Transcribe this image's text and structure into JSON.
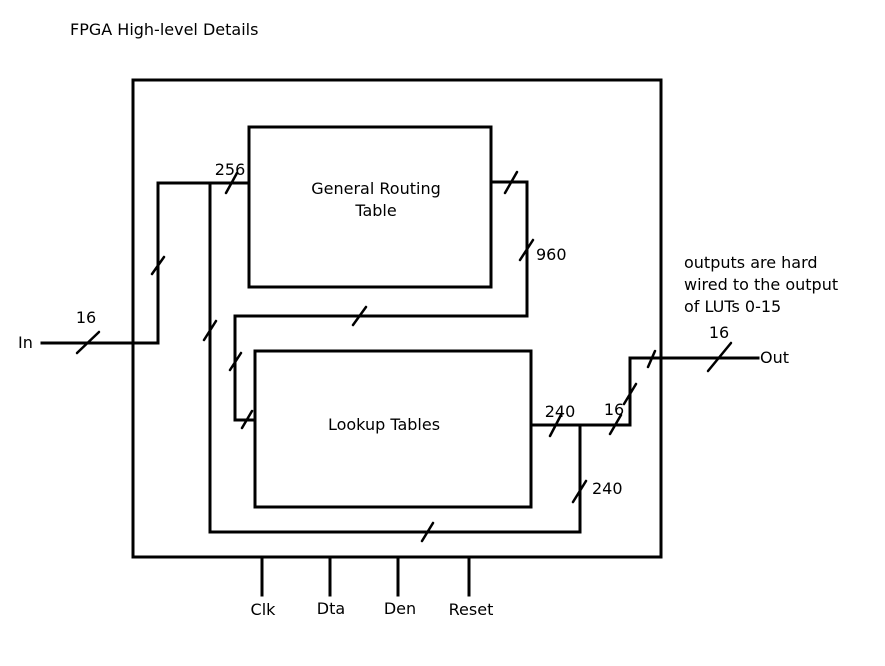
{
  "title": "FPGA High-level Details",
  "blocks": {
    "routing_line1": "General Routing",
    "routing_line2": "Table",
    "lut": "Lookup Tables"
  },
  "ports": {
    "in": "In",
    "out": "Out",
    "clk": "Clk",
    "dta": "Dta",
    "den": "Den",
    "reset": "Reset"
  },
  "bus_widths": {
    "input": "16",
    "routing_in": "256",
    "routing_out": "960",
    "lut_out": "240",
    "lut_to_out": "16",
    "feedback": "240",
    "output": "16"
  },
  "note": {
    "line1": "outputs are hard",
    "line2": "wired to the output",
    "line3": "of LUTs 0-15"
  }
}
